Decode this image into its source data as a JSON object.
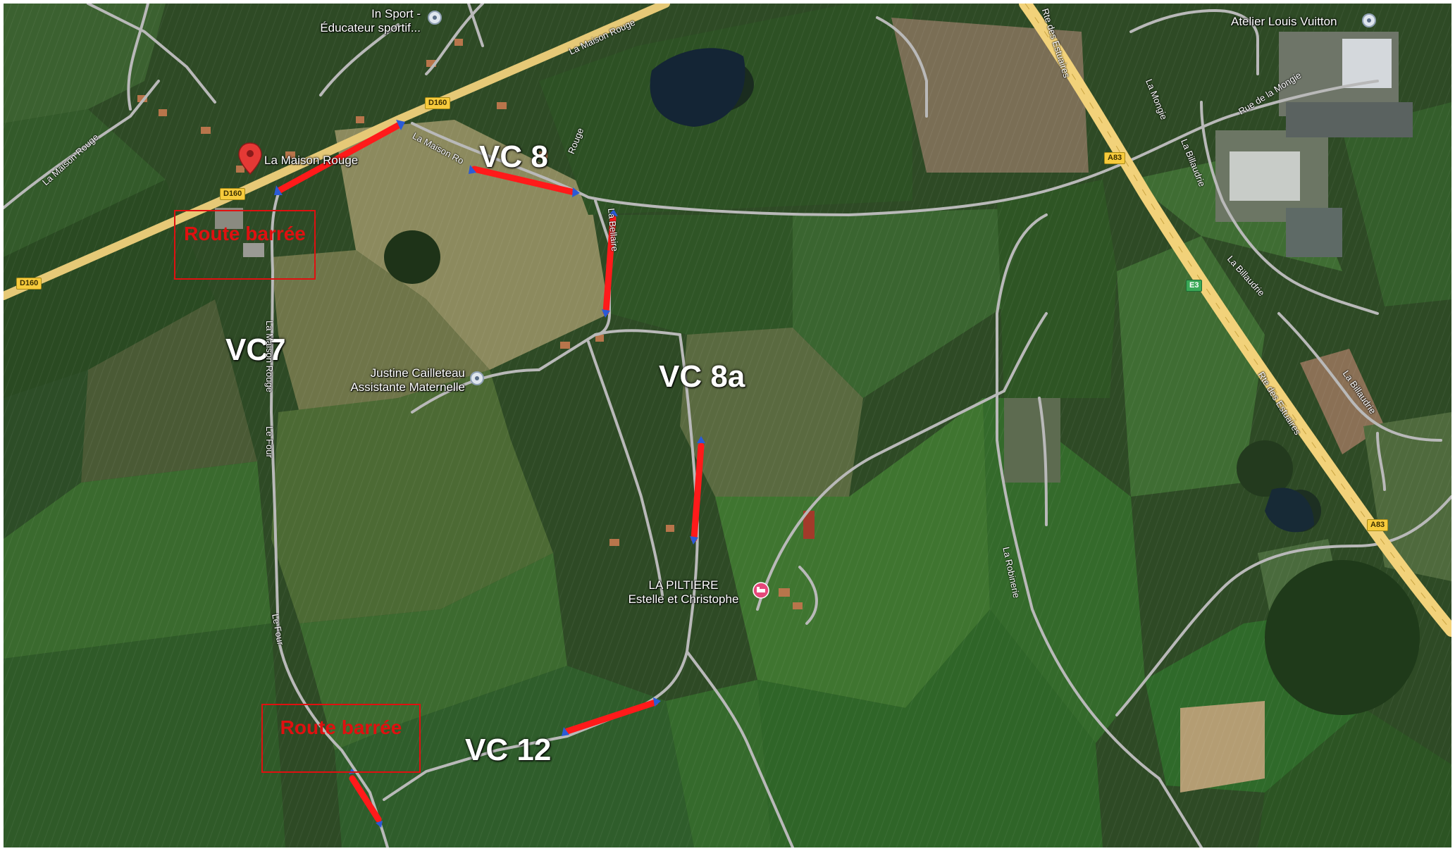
{
  "roads": {
    "d160": "D160",
    "a83": "A83",
    "e3": "E3"
  },
  "vc_labels": {
    "vc7": "VC7",
    "vc8": "VC 8",
    "vc8a": "VC 8a",
    "vc12": "VC 12"
  },
  "closures": {
    "north": "Route barrée",
    "south": "Route barrée"
  },
  "pois": {
    "in_sport_line1": "In Sport -",
    "in_sport_line2": "Éducateur sportif...",
    "atelier": "Atelier Louis Vuitton",
    "maison_rouge": "La Maison Rouge",
    "justine_line1": "Justine Cailleteau",
    "justine_line2": "Assistante Maternelle",
    "piltiere_line1": "LA PILTIERE",
    "piltiere_line2": "Estelle et Christophe"
  },
  "streets": {
    "la_maison_rouge_nw": "La Maison Rouge",
    "la_maison_rouge_top": "La Maison Rouge",
    "la_maison_rouge_mid": "La Maison Ro",
    "rouge_short": "Rouge",
    "la_bellaire": "La Bellaire",
    "la_maison_rouge_vert": "La Maison Rouge",
    "le_four_1": "Le Four",
    "le_four_2": "Le Four",
    "rte_estuaires_top": "Rte des Estuaires",
    "rte_estuaires_right": "Rte des Estuaires",
    "la_mongie": "La Mongie",
    "rue_de_la_mongie": "Rue de la Mongie",
    "la_billaudrie_1": "La Billaudrie",
    "la_billaudrie_2": "La Billaudrie",
    "la_billaudrie_3": "La Billaudrie",
    "la_robinerie": "La Robinerie"
  },
  "colors": {
    "closure_red": "#e01010",
    "arrow_red": "#ff1a1a",
    "arrow_head_blue": "#2b5bd6",
    "highway_yellow": "#f2d27a",
    "road_gray": "#b9b9b9",
    "poi_pin_red": "#e53935",
    "lodging_pin_pink": "#e5487a"
  },
  "icons": {
    "location_pin": "red-location-pin-icon",
    "poi_pin": "gray-poi-pin-icon",
    "lodging": "lodging-pin-icon"
  }
}
